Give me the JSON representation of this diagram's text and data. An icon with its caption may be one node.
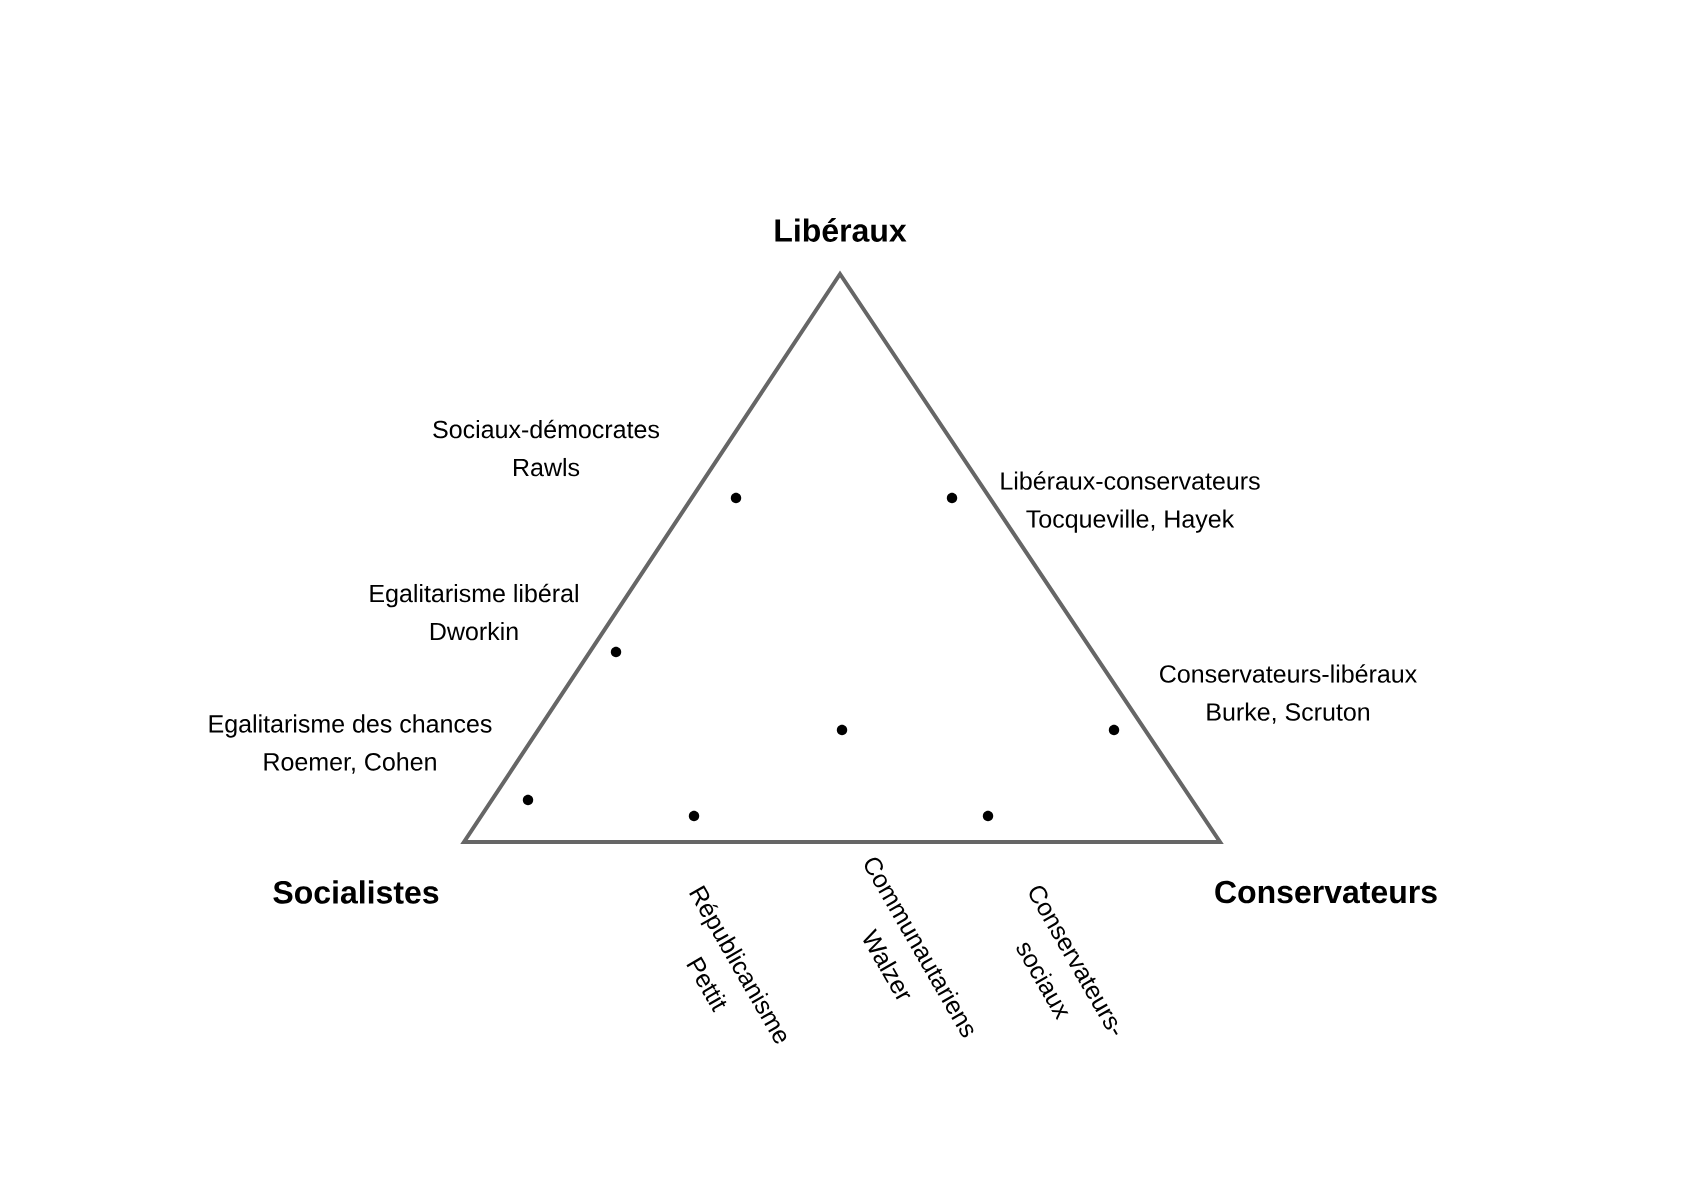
{
  "diagram": {
    "labels": [
      "Libéraux",
      "Sociaux-démocrates",
      "Rawls",
      "Libéraux-conservateurs",
      "Tocqueville, Hayek",
      "Egalitarisme libéral",
      "Dworkin",
      "Conservateurs-libéraux",
      "Burke, Scruton",
      "Egalitarisme des chances",
      "Roemer, Cohen",
      "Socialistes",
      "Conservateurs",
      "Républicanisme",
      "Pettit",
      "Communautariens",
      "Walzer",
      "Conservateurs-",
      "sociaux"
    ]
  }
}
